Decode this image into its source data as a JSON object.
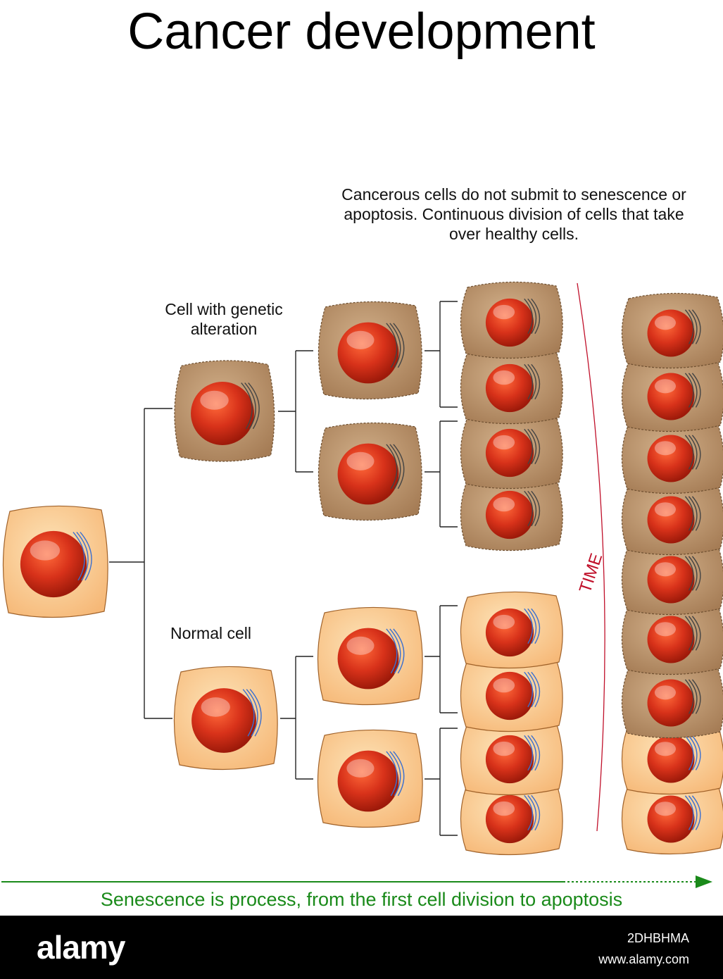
{
  "title": "Cancer development",
  "labels": {
    "genetic": "Cell with genetic alteration",
    "normal": "Normal cell",
    "cancerous_caption": "Cancerous cells do not submit to senescence or apoptosis. Continuous division of cells that take over healthy cells.",
    "time": "TIME",
    "senescence": "Senescence is process, from the first cell division to apoptosis"
  },
  "footer": {
    "logo": "alamy",
    "code": "2DHBHMA",
    "site": "www.alamy.com"
  },
  "colors": {
    "normal_cell": "#fcc98a",
    "altered_cell": "#b8926a",
    "nucleus": "#d8321a",
    "time": "#c0102a",
    "arrow": "#1a8a1a",
    "footer_bg": "#000000"
  }
}
